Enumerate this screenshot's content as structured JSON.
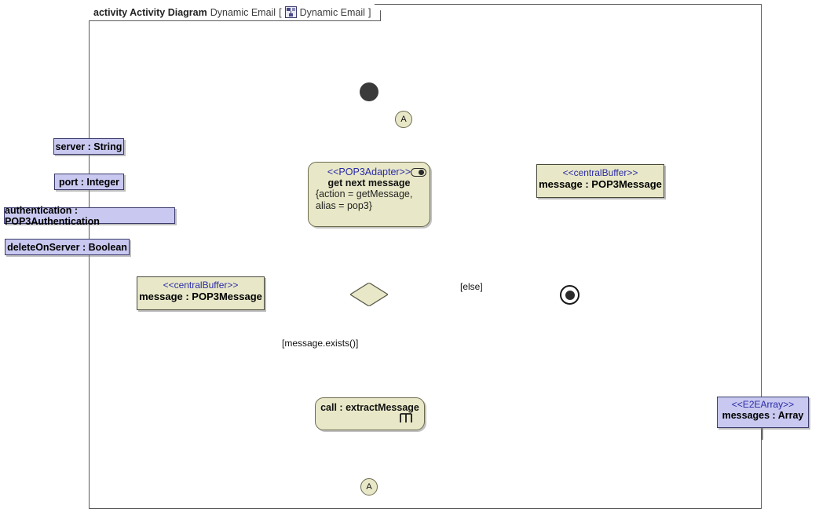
{
  "frame": {
    "keyword": "activity Activity Diagram",
    "name": "Dynamic Email",
    "bracket_open": "[",
    "bracket_close": "]",
    "diagram_ref": "Dynamic Email",
    "icon": "activity-diagram-icon"
  },
  "nodes": {
    "initial": {
      "name": "initial-node",
      "label": ""
    },
    "connector_top": {
      "label": "A"
    },
    "connector_bottom": {
      "label": "A"
    },
    "get_next_message": {
      "stereotype": "<<POP3Adapter>>",
      "name": "get next message",
      "properties_line1": "{action = getMessage,",
      "properties_line2": "alias = pop3}",
      "icon": "stream-pin-icon"
    },
    "buffer_right": {
      "stereotype": "<<centralBuffer>>",
      "name": "message : POP3Message"
    },
    "buffer_left": {
      "stereotype": "<<centralBuffer>>",
      "name": "message : POP3Message"
    },
    "decision": {
      "name": "decision-node",
      "label": ""
    },
    "final": {
      "name": "activity-final-node",
      "label": ""
    },
    "extract_message": {
      "name": "call : extractMessage",
      "icon": "rake-icon"
    },
    "messages_array": {
      "stereotype": "<<E2EArray>>",
      "name": "messages : Array"
    }
  },
  "parameters": [
    {
      "label": "server : String"
    },
    {
      "label": "port : Integer"
    },
    {
      "label": "authentication : POP3Authentication"
    },
    {
      "label": "deleteOnServer : Boolean"
    }
  ],
  "guards": {
    "else": "[else]",
    "message_exists": "[message.exists()]"
  },
  "colors": {
    "action_fill": "#e8e8c8",
    "object_fill": "#e8e8c8",
    "parameter_fill": "#c8c8f0",
    "stereotype_text": "#2a2aa8",
    "edge": "#4a4a4a",
    "frame_border": "#5a5a5a"
  }
}
